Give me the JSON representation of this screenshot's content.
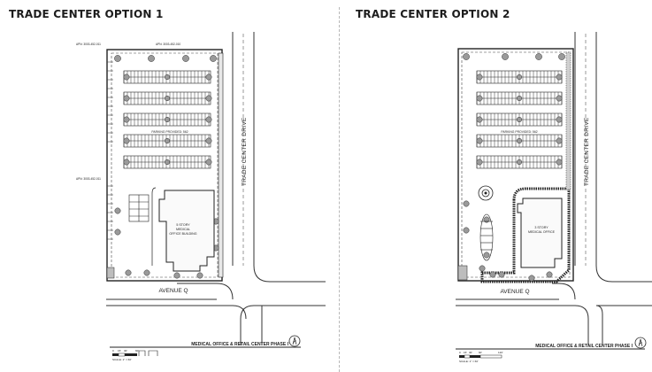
{
  "options": [
    {
      "title": "TRADE CENTER OPTION 1",
      "street_right": "TRADE CENTER DRIVE",
      "street_bottom": "AVENUE Q",
      "sheet_title": "MEDICAL OFFICE & RETAIL CENTER PHASE I",
      "building_label_1": "5 STORY",
      "building_label_2": "MEDICAL",
      "building_label_3": "OFFICE BUILDING",
      "parking_label": "PARKING PROVIDED: 562",
      "apn_top_left": "APN: 3003-452-011",
      "apn_top_right": "APN: 3003-452-010",
      "apn_mid_left": "APN: 3003-452-011",
      "scale_bar_labels": [
        "0",
        "15'",
        "30'",
        "60'"
      ],
      "scale_note": "SCALE: 1\" = 60'"
    },
    {
      "title": "TRADE CENTER OPTION 2",
      "street_right": "TRADE CENTER DRIVE",
      "street_bottom": "AVENUE Q",
      "sheet_title": "MEDICAL OFFICE & RETAIL CENTER PHASE I",
      "building_label_1": "3 STORY",
      "building_label_2": "MEDICAL OFFICE",
      "parking_label": "PARKING PROVIDED: 562",
      "scale_bar_labels": [
        "0",
        "15'",
        "30'",
        "60'",
        "120'"
      ],
      "scale_note": "SCALE: 1\" = 60'"
    }
  ]
}
